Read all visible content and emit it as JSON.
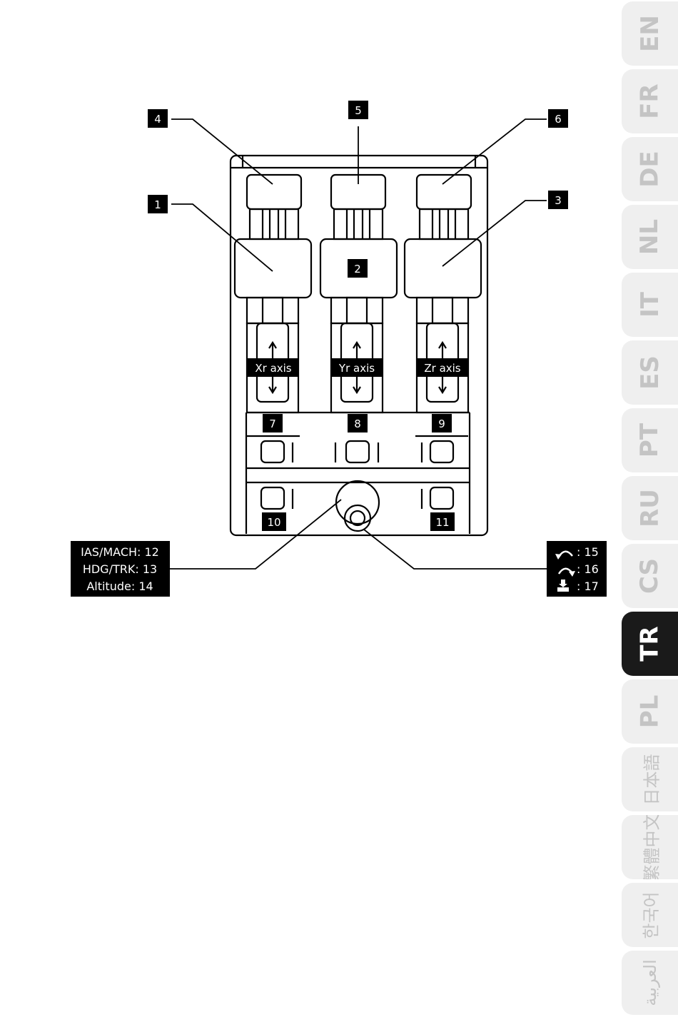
{
  "callouts": {
    "c1": "1",
    "c2": "2",
    "c3": "3",
    "c4": "4",
    "c5": "5",
    "c6": "6",
    "c7": "7",
    "c8": "8",
    "c9": "9",
    "c10": "10",
    "c11": "11"
  },
  "axes": [
    "Xr axis",
    "Yr axis",
    "Zr axis"
  ],
  "left_caption": [
    "IAS/MACH: 12",
    "HDG/TRK: 13",
    "Altitude: 14"
  ],
  "right_caption": [
    ": 15",
    ": 16",
    ": 17"
  ],
  "language_tabs": [
    {
      "label": "EN"
    },
    {
      "label": "FR"
    },
    {
      "label": "DE"
    },
    {
      "label": "NL"
    },
    {
      "label": "IT"
    },
    {
      "label": "ES"
    },
    {
      "label": "PT"
    },
    {
      "label": "RU"
    },
    {
      "label": "CS"
    },
    {
      "label": "TR",
      "active": true
    },
    {
      "label": "PL"
    },
    {
      "label": "日本語"
    },
    {
      "label": "繁體中文"
    },
    {
      "label": "한국어"
    },
    {
      "label": "العربية"
    }
  ]
}
